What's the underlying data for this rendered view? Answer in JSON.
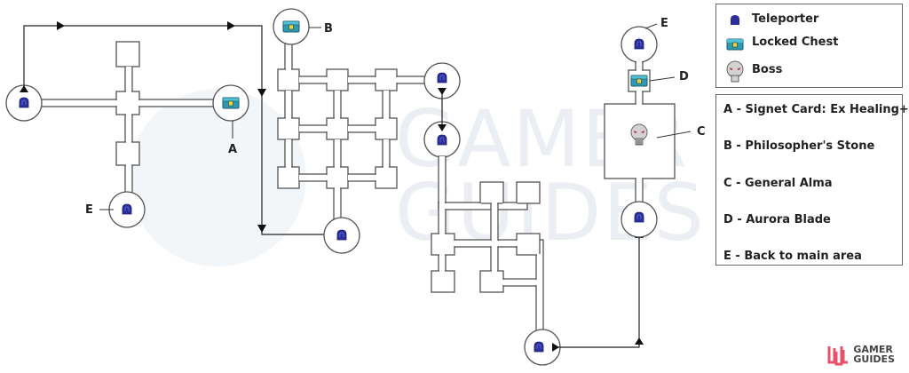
{
  "legend": {
    "icons": [
      {
        "icon": "teleporter-icon",
        "label": "Teleporter"
      },
      {
        "icon": "locked-chest-icon",
        "label": "Locked Chest"
      },
      {
        "icon": "boss-icon",
        "label": "Boss"
      }
    ]
  },
  "key": {
    "items": [
      {
        "letter": "A",
        "text": "A - Signet Card: Ex Healing+"
      },
      {
        "letter": "B",
        "text": "B - Philosopher's Stone"
      },
      {
        "letter": "C",
        "text": "C - General Alma"
      },
      {
        "letter": "D",
        "text": "D - Aurora Blade"
      },
      {
        "letter": "E",
        "text": "E - Back to main area"
      }
    ]
  },
  "map_labels": {
    "A": "A",
    "B": "B",
    "C": "C",
    "D": "D",
    "E_left": "E",
    "E_right": "E"
  },
  "watermark": {
    "line1": "GAMER",
    "line2": "GUIDES"
  },
  "brand": {
    "line1": "GAMER",
    "line2": "GUIDES"
  },
  "colors": {
    "teleporter": "#2b2f9c",
    "chest": "#2a9bb0",
    "chest_lock": "#e8d64a",
    "boss": "#cfcfcf",
    "boss_eyes": "#b02030",
    "brand_accent": "#e9506a"
  }
}
